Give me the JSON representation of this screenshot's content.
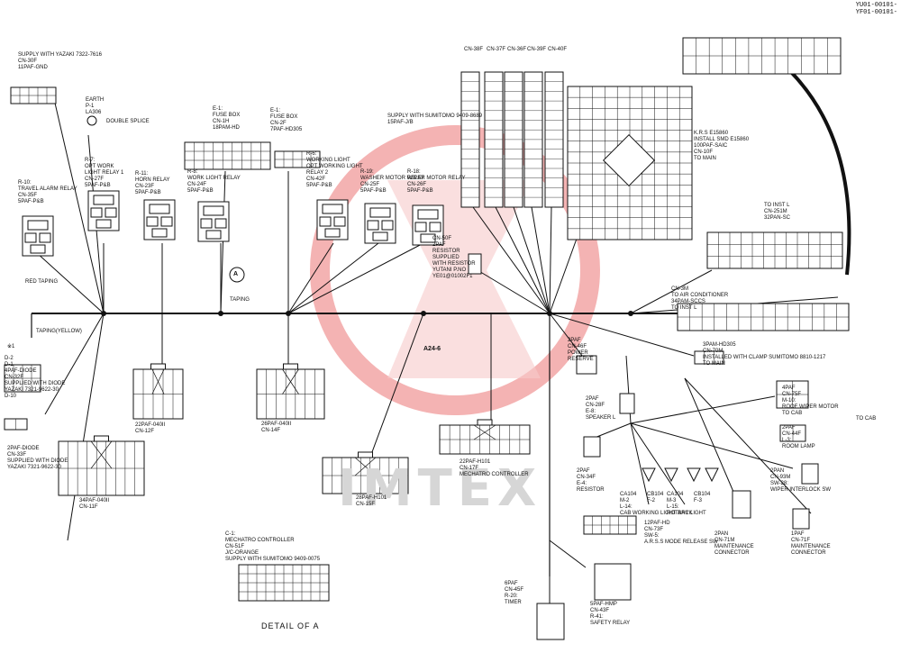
{
  "doc_refs": [
    "YU01-00101-",
    "YF01-00101-"
  ],
  "watermark": "IMTEX",
  "detail_label": "DETAIL OF A",
  "main_wire": "A24-6",
  "callout_a": "A",
  "connectors": [
    {
      "id": "cn30f",
      "lines": [
        "SUPPLY WITH YAZAKI 7322-7616",
        "CN-30F",
        "11PAF-GND"
      ]
    },
    {
      "id": "earth",
      "lines": [
        "EARTH",
        "P-1",
        "LA306"
      ]
    },
    {
      "id": "cn35f",
      "lines": [
        "R-10:",
        "TRAVEL ALARM RELAY",
        "CN-35F",
        "5PAF-P&B"
      ]
    },
    {
      "id": "cn27f",
      "lines": [
        "R-7:",
        "OPT WORK",
        "LIGHT RELAY 1",
        "CN-27F",
        "5PAF-P&B"
      ]
    },
    {
      "id": "cn23f",
      "lines": [
        "R-11:",
        "HORN RELAY",
        "CN-23F",
        "5PAF-P&B"
      ]
    },
    {
      "id": "cn1h",
      "lines": [
        "E-1:",
        "FUSE BOX",
        "CN-1H",
        "18PAM-HD"
      ]
    },
    {
      "id": "cn24f",
      "lines": [
        "R-8:",
        "WORK LIGHT RELAY",
        "CN-24F",
        "5PAF-P&B"
      ]
    },
    {
      "id": "cn2f",
      "lines": [
        "E-1:",
        "FUSE BOX",
        "CN-2F",
        "7PAF-HD305"
      ]
    },
    {
      "id": "cn42f",
      "lines": [
        "R-6:",
        "WORKING LIGHT",
        "OPT WORKING LIGHT",
        "RELAY 2",
        "CN-42F",
        "5PAF-P&B"
      ]
    },
    {
      "id": "cn25f",
      "lines": [
        "R-19:",
        "WASHER MOTOR RELAY",
        "CN-25F",
        "5PAF-P&B"
      ]
    },
    {
      "id": "cn26f",
      "lines": [
        "R-18:",
        "WIPER MOTOR RELAY",
        "CN-26F",
        "5PAF-P&B"
      ]
    },
    {
      "id": "cn15pf",
      "lines": [
        "SUPPLY WITH SUMITOMO 9409-8689",
        "15PAF-J/B"
      ]
    },
    {
      "id": "cn38f",
      "lines": [
        "CN-38F"
      ]
    },
    {
      "id": "cn37f",
      "lines": [
        "CN-37F"
      ]
    },
    {
      "id": "cn36f",
      "lines": [
        "CN-36F"
      ]
    },
    {
      "id": "cn39f",
      "lines": [
        "CN-39F"
      ]
    },
    {
      "id": "cn40f",
      "lines": [
        "CN-40F"
      ]
    },
    {
      "id": "cn10f",
      "lines": [
        "K.R.S E15860",
        "INSTALL SMD E15860",
        "100PAF-SAIC",
        "CN-10F",
        "TO MAIN"
      ]
    },
    {
      "id": "cn251m",
      "lines": [
        "TO INST L",
        "CN-251M",
        "32PAN-SC"
      ]
    },
    {
      "id": "cn3m",
      "lines": [
        "CN-3M",
        "TO AIR CONDITIONER",
        "34PAM-SCCS",
        "TO INST L"
      ]
    },
    {
      "id": "cn50f",
      "lines": [
        "CN-50F",
        "2PAF",
        "RESISTOR",
        "SUPPLIED",
        "WITH RESISTOR",
        "YUTANI P.NO",
        "YE01@01002F1"
      ]
    },
    {
      "id": "cn32f",
      "lines": [
        "D-2",
        "D-1",
        "4PAF-DIODE",
        "CN-32F",
        "SUPPLIED WITH DIODE",
        "YAZAKI 7321-9622-30",
        "D-10"
      ]
    },
    {
      "id": "cn33f",
      "lines": [
        "2PAF-DIODE",
        "CN-33F",
        "SUPPLIED WITH DIODE",
        "YAZAKI 7321-9622-30"
      ]
    },
    {
      "id": "cn11f",
      "lines": [
        "34PAF-040II",
        "CN-11F"
      ]
    },
    {
      "id": "cn12f",
      "lines": [
        "22PAF-040II",
        "CN-12F"
      ]
    },
    {
      "id": "cn14f",
      "lines": [
        "26PAF-040II",
        "CN-14F"
      ]
    },
    {
      "id": "cn15f",
      "lines": [
        "28PAF-H101",
        "CN-15F"
      ]
    },
    {
      "id": "cn17f",
      "lines": [
        "22PAF-H101",
        "CN-17F",
        "MECHATRO CONTROLLER"
      ]
    },
    {
      "id": "cn46f",
      "lines": [
        "2PAF",
        "CN-46F",
        "POWER",
        "RESERVE"
      ]
    },
    {
      "id": "cn70m",
      "lines": [
        "3PAM-HD305",
        "CN-70M",
        "INSTALLED WITH CLAMP SUMITOMO 8810-1217",
        "TO MAIN"
      ]
    },
    {
      "id": "cn28f",
      "lines": [
        "2PAF",
        "CN-28F",
        "E-8:",
        "SPEAKER L"
      ]
    },
    {
      "id": "cn75f",
      "lines": [
        "4PAF",
        "CN-75F",
        "M-10:",
        "ROOF WIPER MOTOR",
        "TO CAB"
      ]
    },
    {
      "id": "cn44f",
      "lines": [
        "2PAF",
        "CN-44F",
        "L-3:",
        "ROOM LAMP"
      ]
    },
    {
      "id": "cn34f",
      "lines": [
        "2PAF",
        "CN-34F",
        "E-4:",
        "RESISTOR"
      ]
    },
    {
      "id": "ca104a",
      "lines": [
        "CA104",
        "M-2",
        "L-14:",
        "CAB WORKING LIGHT BACK"
      ]
    },
    {
      "id": "cb104a",
      "lines": [
        "CB104",
        "F-2"
      ]
    },
    {
      "id": "ca104b",
      "lines": [
        "CA104",
        "M-3",
        "L-15:",
        "ROTARY LIGHT"
      ]
    },
    {
      "id": "cb104b",
      "lines": [
        "CB104",
        "F-3"
      ]
    },
    {
      "id": "cn93m",
      "lines": [
        "2PAN",
        "CN-93M",
        "SW-28:",
        "WIPER INTERLOCK SW"
      ]
    },
    {
      "id": "cn73f",
      "lines": [
        "12PAF-HD",
        "CN-73F",
        "SW-5:",
        "A.R.S.S MODE RELEASE SW"
      ]
    },
    {
      "id": "cn71m",
      "lines": [
        "2PAN",
        "CN-71M",
        "MAINTENANCE",
        "CONNECTOR"
      ]
    },
    {
      "id": "cn71f",
      "lines": [
        "1PAF",
        "CN-71F",
        "MAINTENANCE",
        "CONNECTOR"
      ]
    },
    {
      "id": "cn51f",
      "lines": [
        "C-1:",
        "MECHATRO CONTROLLER",
        "CN-51F",
        "J/C-ORANGE",
        "SUPPLY WITH SUMITOMO 9409-0075"
      ]
    },
    {
      "id": "cn45f",
      "lines": [
        "6PAF",
        "CN-45F",
        "R-20:",
        "TIMER"
      ]
    },
    {
      "id": "cn43f",
      "lines": [
        "5PAF-HMP",
        "CN-43F",
        "R-41:",
        "SAFETY RELAY"
      ]
    }
  ],
  "notes": {
    "taping": "TAPING",
    "taping_yellow": "TAPING(YELLOW)",
    "red_taping": "RED TAPING",
    "double_splice": "DOUBLE SPLICE",
    "mark_x1": "※1",
    "to_cab": "TO CAB"
  }
}
